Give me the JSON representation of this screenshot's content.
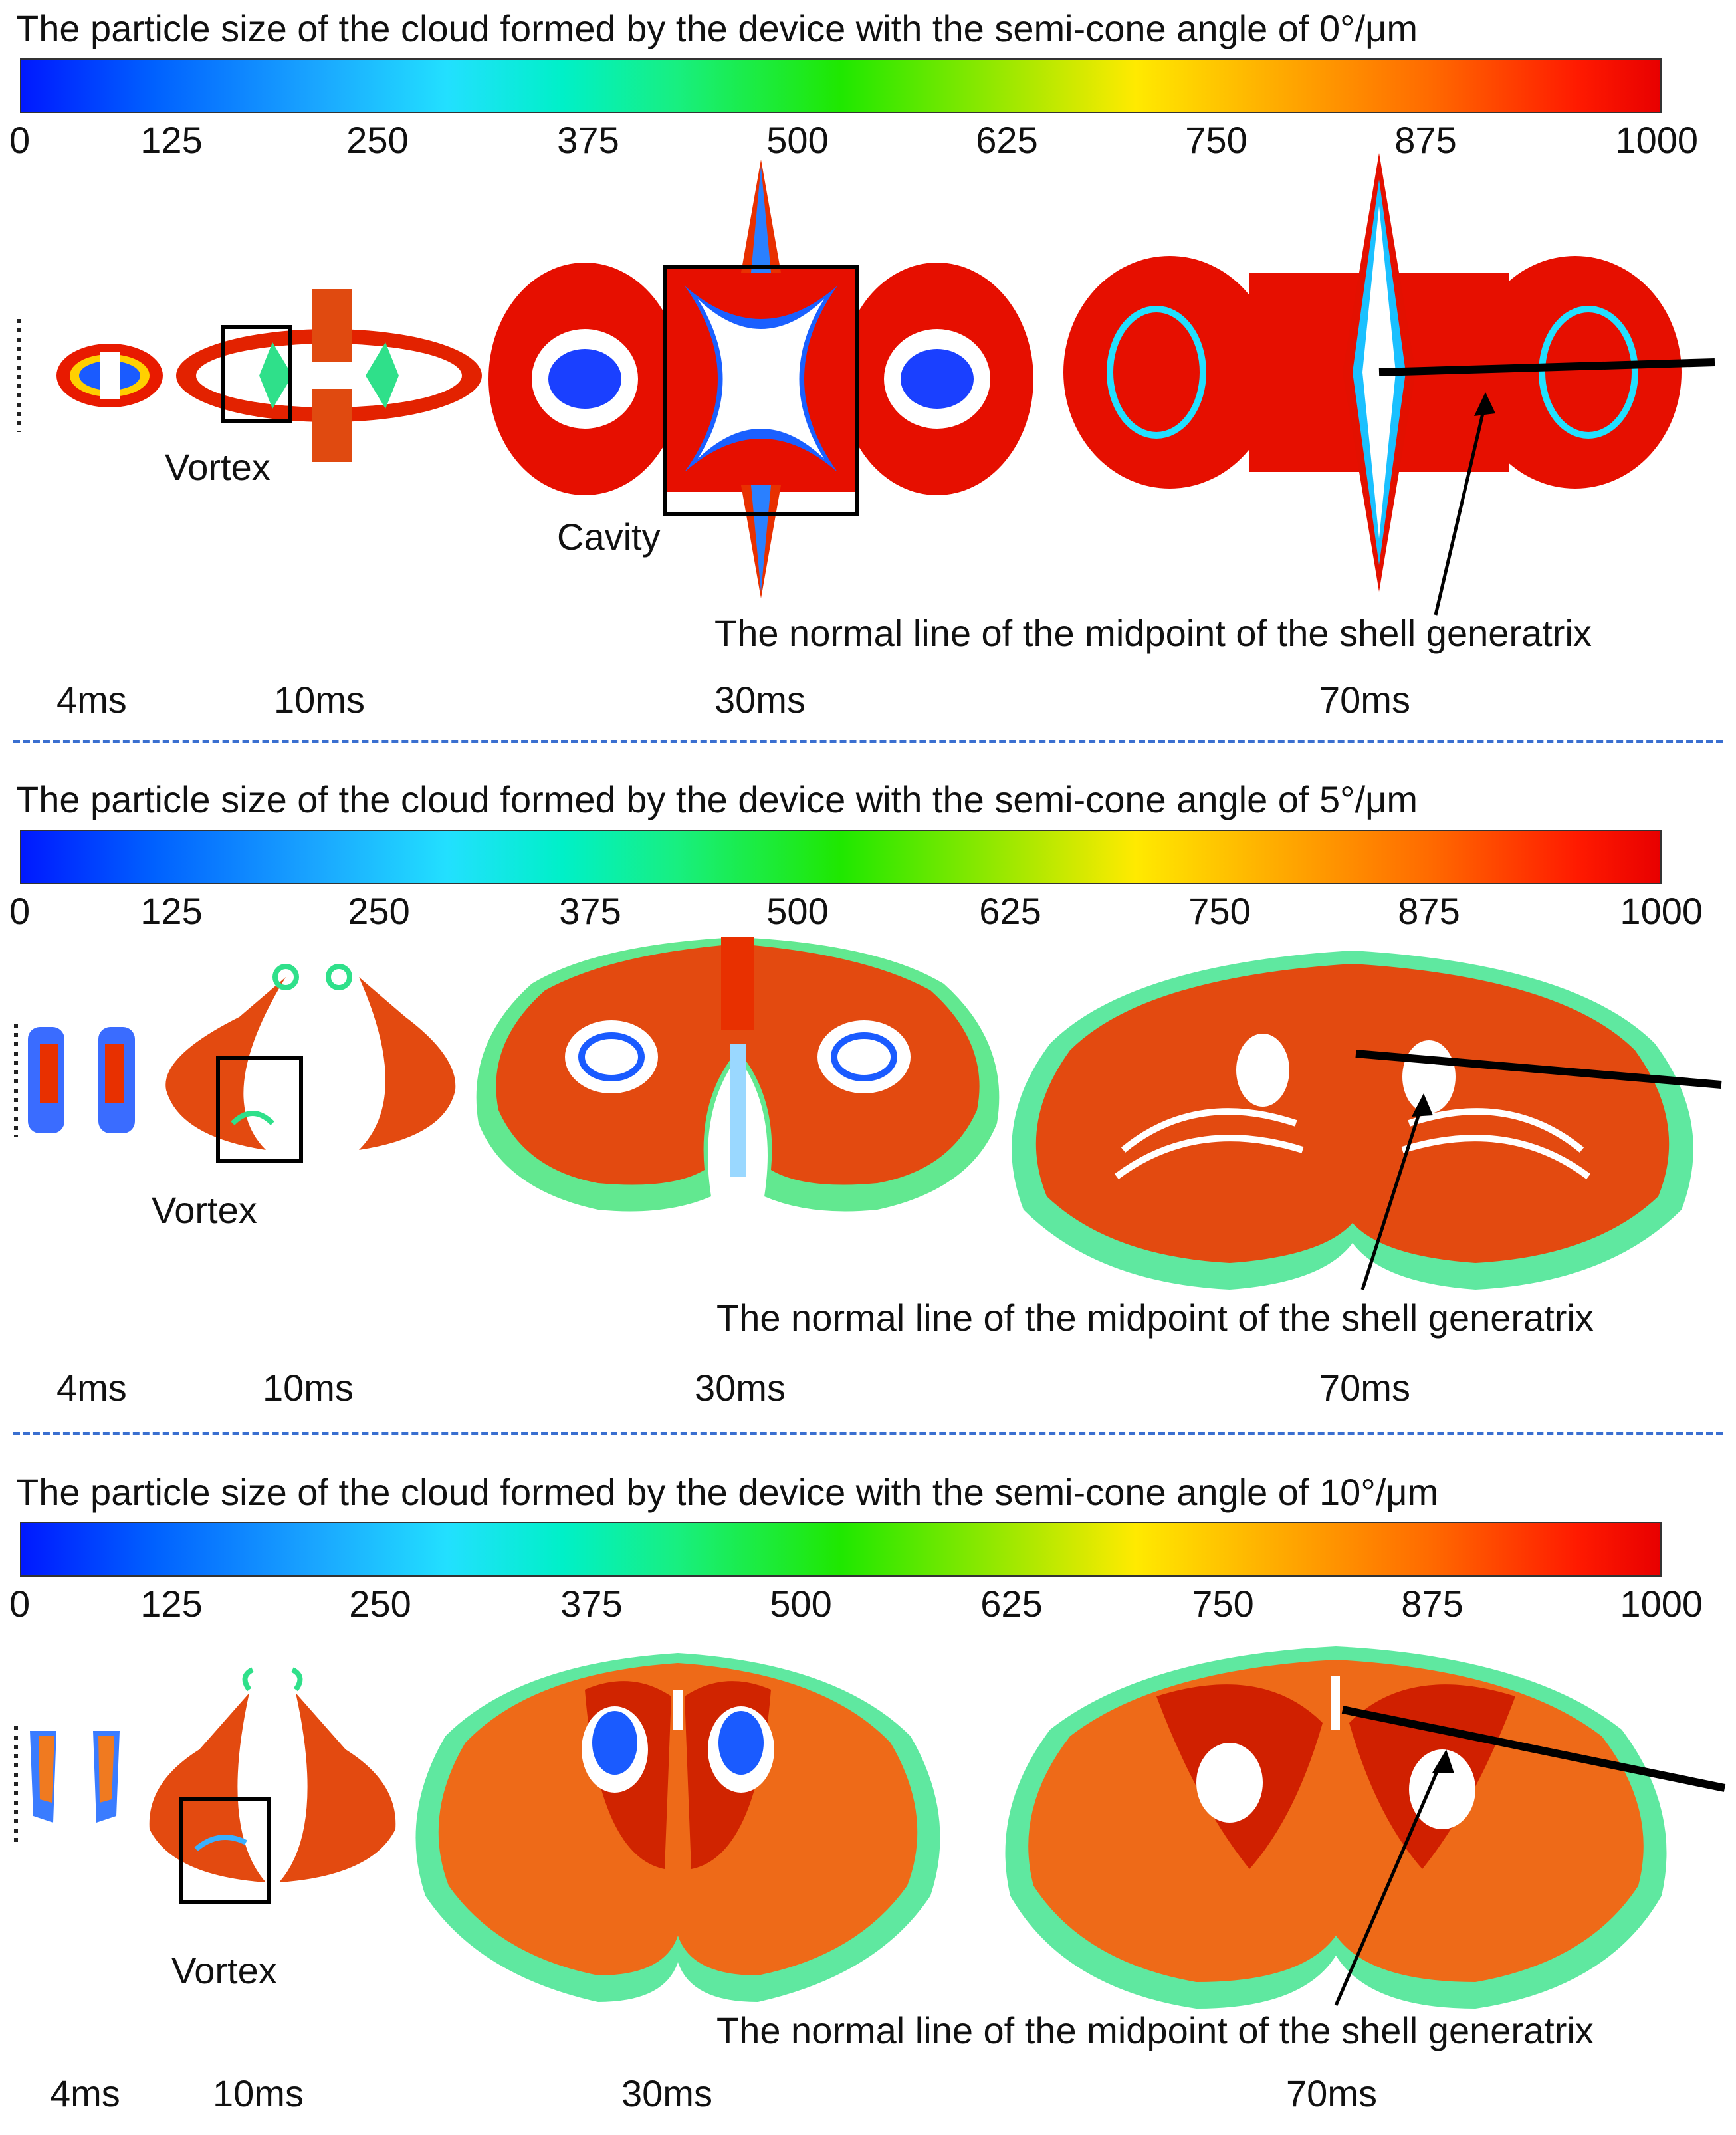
{
  "colorbar": {
    "tick_labels": [
      "0",
      "125",
      "250",
      "375",
      "500",
      "625",
      "750",
      "875",
      "1000"
    ],
    "range": [
      0,
      1000
    ],
    "stops": [
      "#0019ff",
      "#1aa6ff",
      "#22e0ff",
      "#18ef80",
      "#1fe800",
      "#ffea00",
      "#ff6a00",
      "#e80000"
    ]
  },
  "panels": [
    {
      "title": "The particle size of  the cloud formed by the device with the semi-cone angle of  0°/μm",
      "times": [
        "4ms",
        "10ms",
        "30ms",
        "70ms"
      ],
      "vortex_label": "Vortex",
      "cavity_label": "Cavity",
      "normal_line_label": "The normal line of the midpoint of the shell generatrix"
    },
    {
      "title": "The particle size of  the cloud formed by the device with the semi-cone angle of  5°/μm",
      "times": [
        "4ms",
        "10ms",
        "30ms",
        "70ms"
      ],
      "vortex_label": "Vortex",
      "normal_line_label": "The normal line of the midpoint of the shell generatrix"
    },
    {
      "title": "The particle size of  the cloud formed by the device with the semi-cone angle of  10°/μm",
      "times": [
        "4ms",
        "10ms",
        "30ms",
        "70ms"
      ],
      "vortex_label": "Vortex",
      "normal_line_label": "The normal line of the midpoint of the shell generatrix"
    }
  ]
}
